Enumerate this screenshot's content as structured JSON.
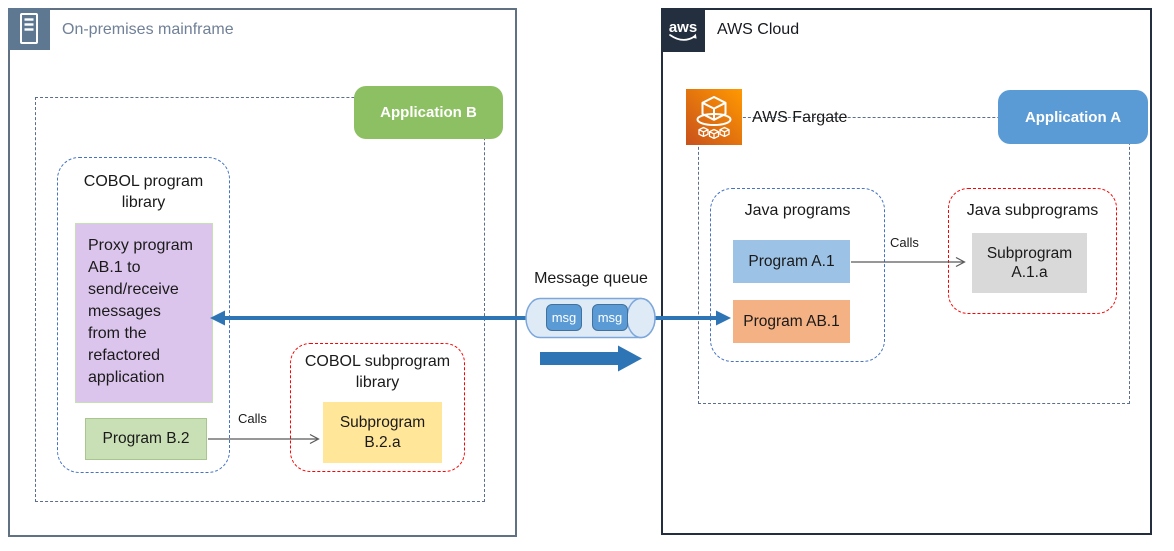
{
  "onprem": {
    "title": "On-premises mainframe",
    "application_label": "Application B",
    "program_library": {
      "title": "COBOL program library",
      "proxy_program": "Proxy program AB.1 to send/receive messages from the refactored application",
      "program": "Program B.2"
    },
    "subprogram_library": {
      "title": "COBOL subprogram library",
      "subprogram": "Subprogram B.2.a"
    },
    "calls_label": "Calls"
  },
  "queue": {
    "label": "Message queue",
    "messages": [
      "msg",
      "msg"
    ]
  },
  "aws": {
    "logo_text": "aws",
    "title": "AWS Cloud",
    "service_label": "AWS Fargate",
    "application_label": "Application A",
    "program_group": {
      "title": "Java programs",
      "program_1": "Program A.1",
      "program_2": "Program AB.1"
    },
    "subprogram_group": {
      "title": "Java subprograms",
      "subprogram": "Subprogram A.1.a"
    },
    "calls_label": "Calls"
  },
  "colors": {
    "queue_arrow_blue": "#2E75B6",
    "application_a_blue": "#5B9BD5",
    "application_b_green": "#8DC063",
    "aws_dark_navy": "#232F3E",
    "fargate_orange": "#FF9900",
    "onprem_gray_blue": "#607183",
    "library_dashed_blue": "#4472C4",
    "library_dashed_red": "#FF0000"
  }
}
